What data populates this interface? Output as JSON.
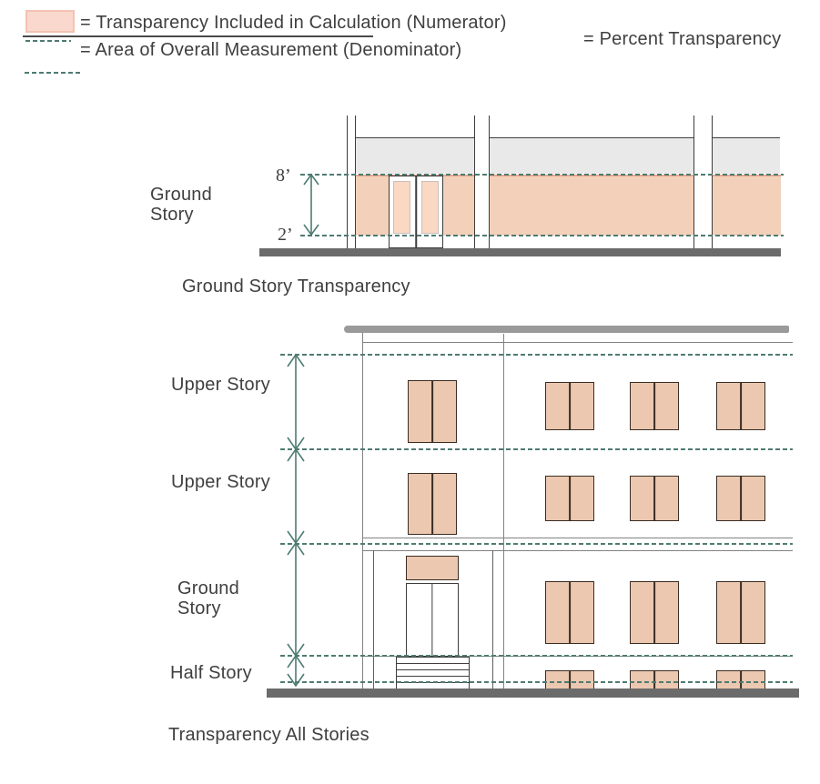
{
  "legend": {
    "numerator_label": "= Transparency Included in Calculation (Numerator)",
    "denominator_label": "= Area of Overall Measurement (Denominator)",
    "result_label": "= Percent Transparency"
  },
  "ground_story_diagram": {
    "story_label_line1": "Ground",
    "story_label_line2": "Story",
    "dim_top": "8’",
    "dim_bottom": "2’",
    "caption": "Ground Story Transparency"
  },
  "all_stories_diagram": {
    "label_upper_1": "Upper Story",
    "label_upper_2": "Upper Story",
    "label_ground_line1": "Ground",
    "label_ground_line2": "Story",
    "label_half": "Half Story",
    "caption": "Transparency All Stories"
  },
  "colors": {
    "transparency_band_fill": "#f3d0ba",
    "window_fill": "#ebc8af",
    "legend_swatch_fill": "#fad8cd",
    "door_glass_fill": "#fad8c3",
    "measurement_dash_teal": "#4e7b72",
    "ground_plane_gray": "#6b6b6b",
    "cornice_gray": "#9a9a9a",
    "transom_band_gray": "#e9e9e9",
    "outline_dark": "#3c3c3c",
    "text": "#3f3f3f"
  }
}
